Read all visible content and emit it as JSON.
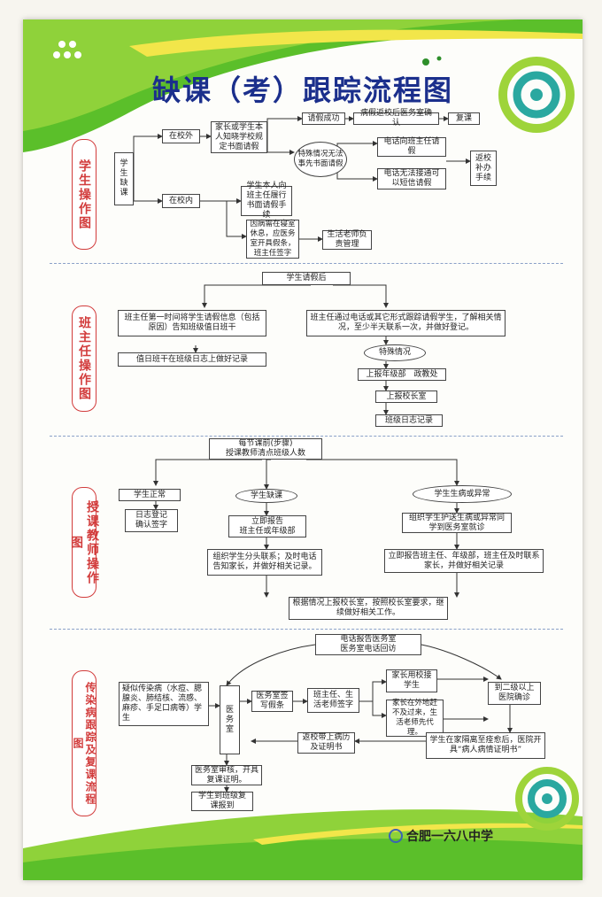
{
  "title": "缺课（考）跟踪流程图",
  "school": "合肥一六八中学",
  "sections": {
    "s1": "学生操作图",
    "s2": "班主任操作图",
    "s3": "授课教师操作图",
    "s4": "传染病跟踪及复课流程图"
  },
  "s1": {
    "absent": "学生缺课",
    "outside": "在校外",
    "inside": "在校内",
    "parent_call": "家长或学生本人知晓学校规定书面请假",
    "success": "请假成功",
    "return_cert": "病假返校后医务室确认",
    "resume": "复课",
    "special": "特殊情况无法事先书面请假",
    "phone_teacher": "电话向班主任请假",
    "phone_unable": "电话无法接通可以短信请假",
    "back_formal": "返校补办手续",
    "inside_self": "学生本人向班主任履行书面请假手续",
    "inside_sick": "因病需在寝室休息，应医务室开具假条，班主任签字",
    "dorm_teacher": "生活老师负责管理"
  },
  "s2": {
    "after_leave": "学生请假后",
    "first_time": "班主任第一时间将学生请假信息（包括原因）告知班级值日班干",
    "duty_log": "值日班干在班级日志上做好记录",
    "contact": "班主任通过电话或其它形式跟踪请假学生，了解相关情况，至少半天联系一次，并做好登记。",
    "special": "特殊情况",
    "report_grade": "上报年级部　政教处",
    "report_principal": "上报校长室",
    "grade_log": "班级日志记录"
  },
  "s3": {
    "class_begin": "每节课前(步骤)\n授课教师清点班级人数",
    "normal": "学生正常",
    "log_confirm": "日志登记\n确认签字",
    "absent": "学生缺课",
    "report_now": "立即报告\n班主任或年级部",
    "organize": "组织学生分头联系；及时电话告知家长，并做好相关记录。",
    "sick": "学生生病或异常",
    "escort": "组织学生护送生病或异常同学到医务室就诊",
    "report_all": "立即报告班主任、年级部，班主任及时联系家长，并做好相关记录",
    "principal": "根据情况上报校长室，按照校长室要求，继续做好相关工作。"
  },
  "s4": {
    "phone_report": "电话报告医务室\n医务室电话回访",
    "suspected": "疑似传染病（水痘、腮腺炎、肺结核、流感、麻疹、手足口病等）学生",
    "clinic": "医务室",
    "isolate": "医务室签写假条",
    "teacher_sign": "班主任、生活老师签字",
    "parent_pickup": "家长用校接学生",
    "parent_away": "家长在外地赶不及过来，生活老师先代理。",
    "hospital": "到二级以上医院确诊",
    "return_proof": "返校带上病历及证明书",
    "recovered": "学生在家隔离至痊愈后，医院开具“病人病情证明书”",
    "resume_cert": "医务室审核，开具复课证明。",
    "go_class": "学生到班级复课报到"
  },
  "colors": {
    "green": "#5bbf2a",
    "lime": "#a8d82a",
    "navy": "#1b2f8c",
    "red": "#d23c3c",
    "teal": "#2aa8a0"
  }
}
